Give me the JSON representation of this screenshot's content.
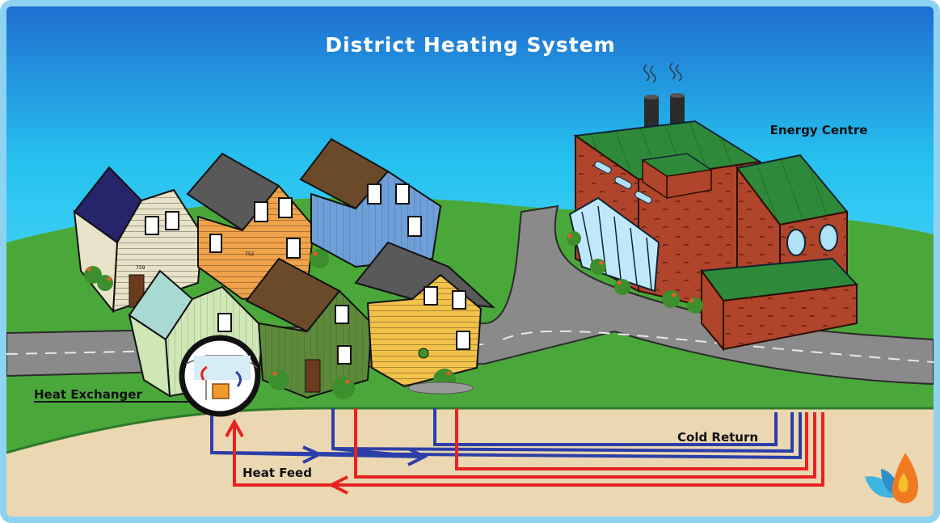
{
  "title": "District Heating System",
  "labels": {
    "energy_centre": "Energy Centre",
    "heat_exchanger": "Heat Exchanger",
    "cold_return": "Cold Return",
    "heat_feed": "Heat Feed"
  },
  "house_numbers": [
    "759",
    "752"
  ],
  "icons": {
    "logo": "flame-water-logo-icon",
    "fan": "fan-icon"
  },
  "colors": {
    "sky_top": "#1f6fd0",
    "sky_bottom": "#26c1ef",
    "grass": "#4aa83a",
    "road": "#8a8a8a",
    "ground": "#ecd7b3",
    "feed_pipe": "#e8231f",
    "return_pipe": "#2b3fa8",
    "factory_brick": "#b0452c",
    "factory_roof": "#2e8a3a",
    "frame": "#8fd3f2"
  }
}
